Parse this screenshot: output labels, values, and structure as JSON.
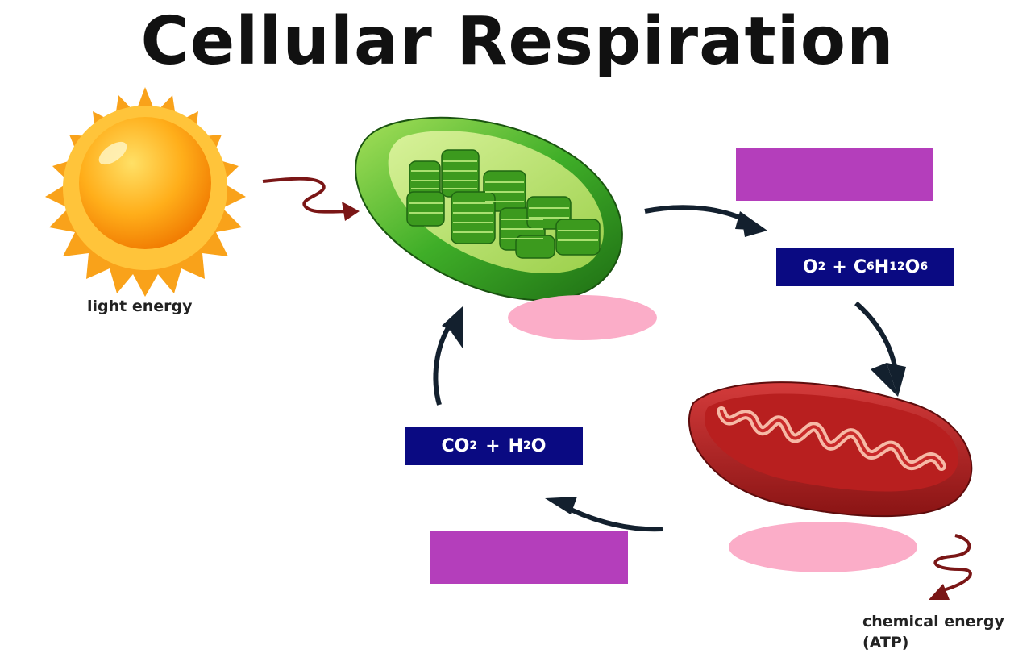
{
  "title": "Cellular Respiration",
  "labels": {
    "light_energy": "light energy",
    "chemical_energy_line1": "chemical energy",
    "chemical_energy_line2": "(ATP)"
  },
  "formulas": {
    "reactants": {
      "o_symbol": "O",
      "o_sub": "2",
      "plus": "+",
      "c_symbol": "C",
      "c_sub": "6",
      "h_symbol": "H",
      "h_sub": "12",
      "o2_symbol": "O",
      "o2_sub": "6"
    },
    "products": {
      "c_symbol": "CO",
      "c_sub": "2",
      "plus": "+",
      "h_symbol": "H",
      "h_sub": "2",
      "o_symbol": "O"
    }
  },
  "colors": {
    "formula_bg": "#0a0a82",
    "blank_box": "#b43ebb",
    "blank_oval": "#fbadc8",
    "energy_arrow": "#7a1616",
    "cycle_arrow": "#13202e"
  },
  "icons": [
    "sun-icon",
    "chloroplast-icon",
    "mitochondrion-icon"
  ]
}
